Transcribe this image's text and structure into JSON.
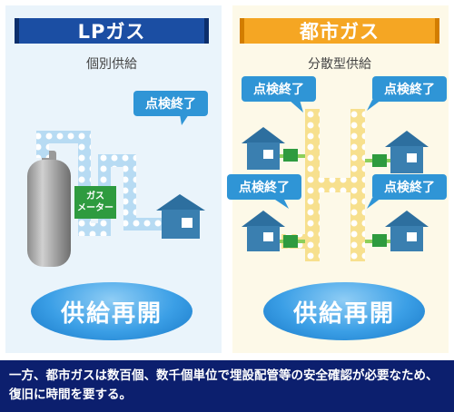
{
  "lp": {
    "title": "LPガス",
    "subtitle": "個別供給",
    "callout": "点検終了",
    "meter_line1": "ガス",
    "meter_line2": "メーター",
    "button": "供給再開"
  },
  "city": {
    "title": "都市ガス",
    "subtitle": "分散型供給",
    "callouts": [
      "点検終了",
      "点検終了",
      "点検終了",
      "点検終了"
    ],
    "button": "供給再開"
  },
  "footer": {
    "text": "一方、都市ガスは数百個、数千個単位で埋設配管等の安全確認が必要なため、復旧に時間を要する。"
  },
  "colors": {
    "lp_title_bg": "#1b4ea3",
    "city_title_bg": "#f5a623",
    "callout_bg": "#2f95d6",
    "footer_bg": "#0c1f6e",
    "house": "#3a7fb0",
    "meter_green": "#2e9b3f"
  },
  "icons": [
    "house-icon",
    "gas-cylinder-icon",
    "gas-meter-icon"
  ]
}
